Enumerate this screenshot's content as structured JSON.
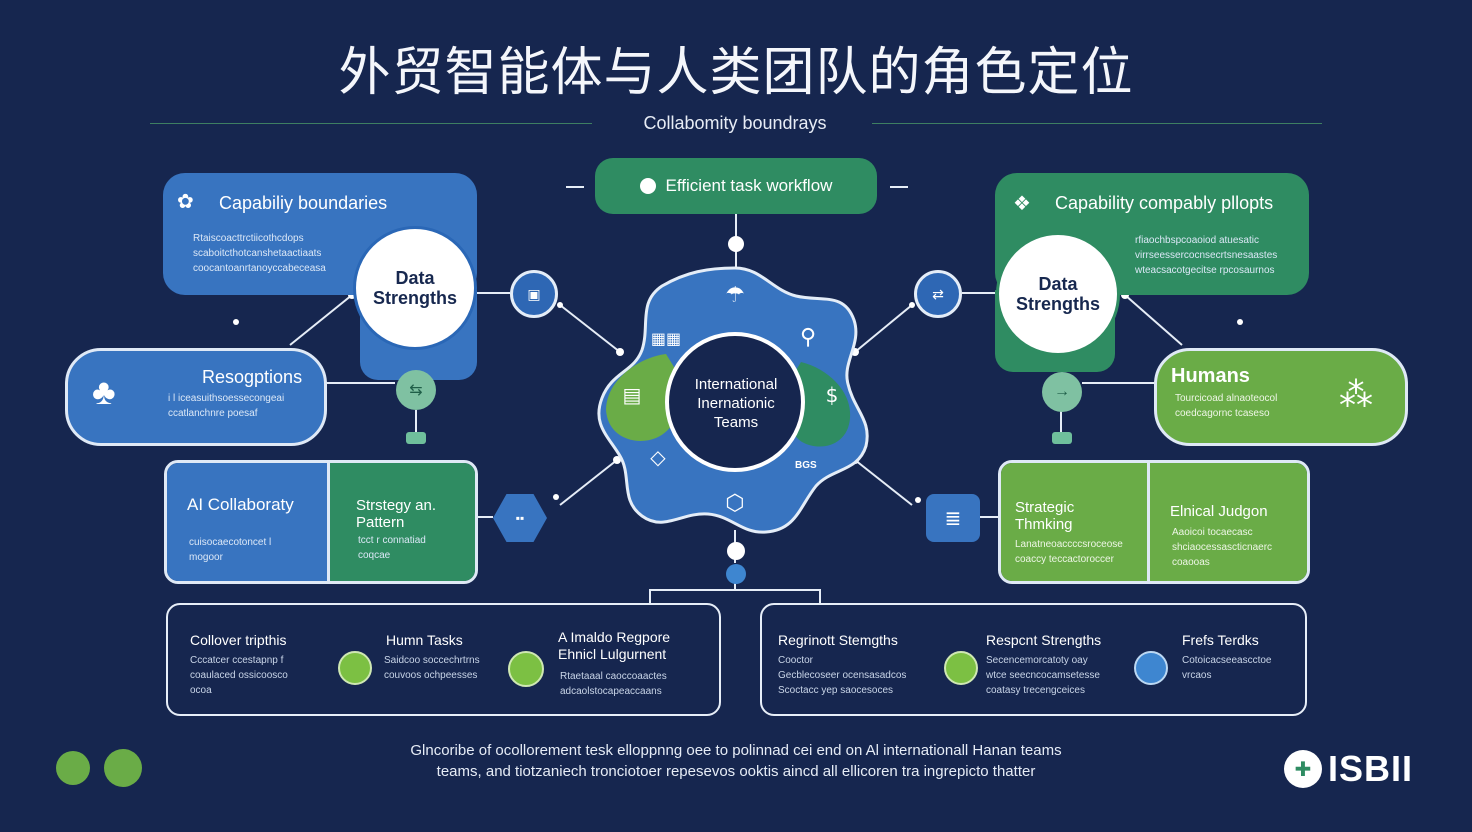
{
  "title": "外贸智能体与人类团队的角色定位",
  "subtitle": "Collabomity boundrays",
  "top_badge": "Efficient task workflow",
  "hub": {
    "label": "International Inernationic Teams"
  },
  "left_cap": {
    "title": "Capabiliy boundaries",
    "lines": [
      "Rtaiscoacttrctiicothcdops",
      "scaboitcthotcanshetaactiaats",
      "coocantoanrtanoyccabeceasa"
    ]
  },
  "right_cap": {
    "title": "Capability compably pllopts",
    "lines": [
      "rfiaochbspcoaoiod atuesatic",
      "virrseessercocnsecrtsnesaastes",
      "wteacsacotgecitse rpcosaurnos"
    ]
  },
  "data_strengths": "Data Strengths",
  "resognition": {
    "title": "Resogptions",
    "lines": [
      "i l iceasuithsoessecongeai",
      "ccatlanchnre poesaf"
    ]
  },
  "humans": {
    "title": "Humans",
    "lines": [
      "Tourcicoad alnaoteocol",
      "coedcagornc tcaseso"
    ]
  },
  "ai_collab": {
    "title": "AI Collaboraty",
    "lines": [
      "cuisocaecotoncet l",
      "mogoor"
    ]
  },
  "strategy_pattern": {
    "title": "Strstegy an. Pattern",
    "lines": [
      "tcct r connatiad",
      "coqcae"
    ]
  },
  "strategic_thinking": {
    "title": "Strategic Thmking",
    "lines": [
      "Lanatneoaccccsroceose",
      "coaccy teccactoroccer"
    ]
  },
  "ethical_judgment": {
    "title": "Elnical Judgon",
    "lines": [
      "Aaoicoi tocaecasc",
      "shciaocessascticnaerc",
      "coaooas"
    ]
  },
  "hub_icon_label": "BGS",
  "left_panel": {
    "c1": {
      "title": "Collover tripthis",
      "lines": [
        "Cccatcer ccestapnp f",
        "coaulaced ossicoosco",
        "ocoa"
      ]
    },
    "c2": {
      "title": "Humn Tasks",
      "lines": [
        "Saidcoo soccechrtrns",
        "couvoos ochpeesses"
      ]
    },
    "c3": {
      "title": "A Imaldo Regpore Ehnicl Lulgurnent",
      "lines": [
        "Rtaetaaal caoccoaactes",
        "adcaolstocapeaccaans"
      ]
    }
  },
  "right_panel": {
    "c1": {
      "title": "Regrinott Stemgths",
      "lines": [
        "Cooctor",
        "Gecblecoseer ocensasadcos",
        "Scoctacc yep saocesoces"
      ]
    },
    "c2": {
      "title": "Respcnt Strengths",
      "lines": [
        "Secencemorcatoty oay",
        "wtce seecncocamsetesse",
        "coatasy trecengceices"
      ]
    },
    "c3": {
      "title": "Frefs Terdks",
      "lines": [
        "Cotoicacseeascctoe",
        "vrcaos"
      ]
    }
  },
  "footer": [
    "Glncoribe of ocollorement tesk elloppnng oee to polinnad cei end on Al internationall Hanan teams",
    "teams, and tiotzaniech tronciotoer repesevos ooktis aincd all ellicoren tra ingrepicto thatter"
  ],
  "logo": {
    "text": "ISBII"
  },
  "colors": {
    "background": "#16264f",
    "blue": "#3874c0",
    "green": "#2f8c62",
    "light_green": "#6aac47"
  }
}
